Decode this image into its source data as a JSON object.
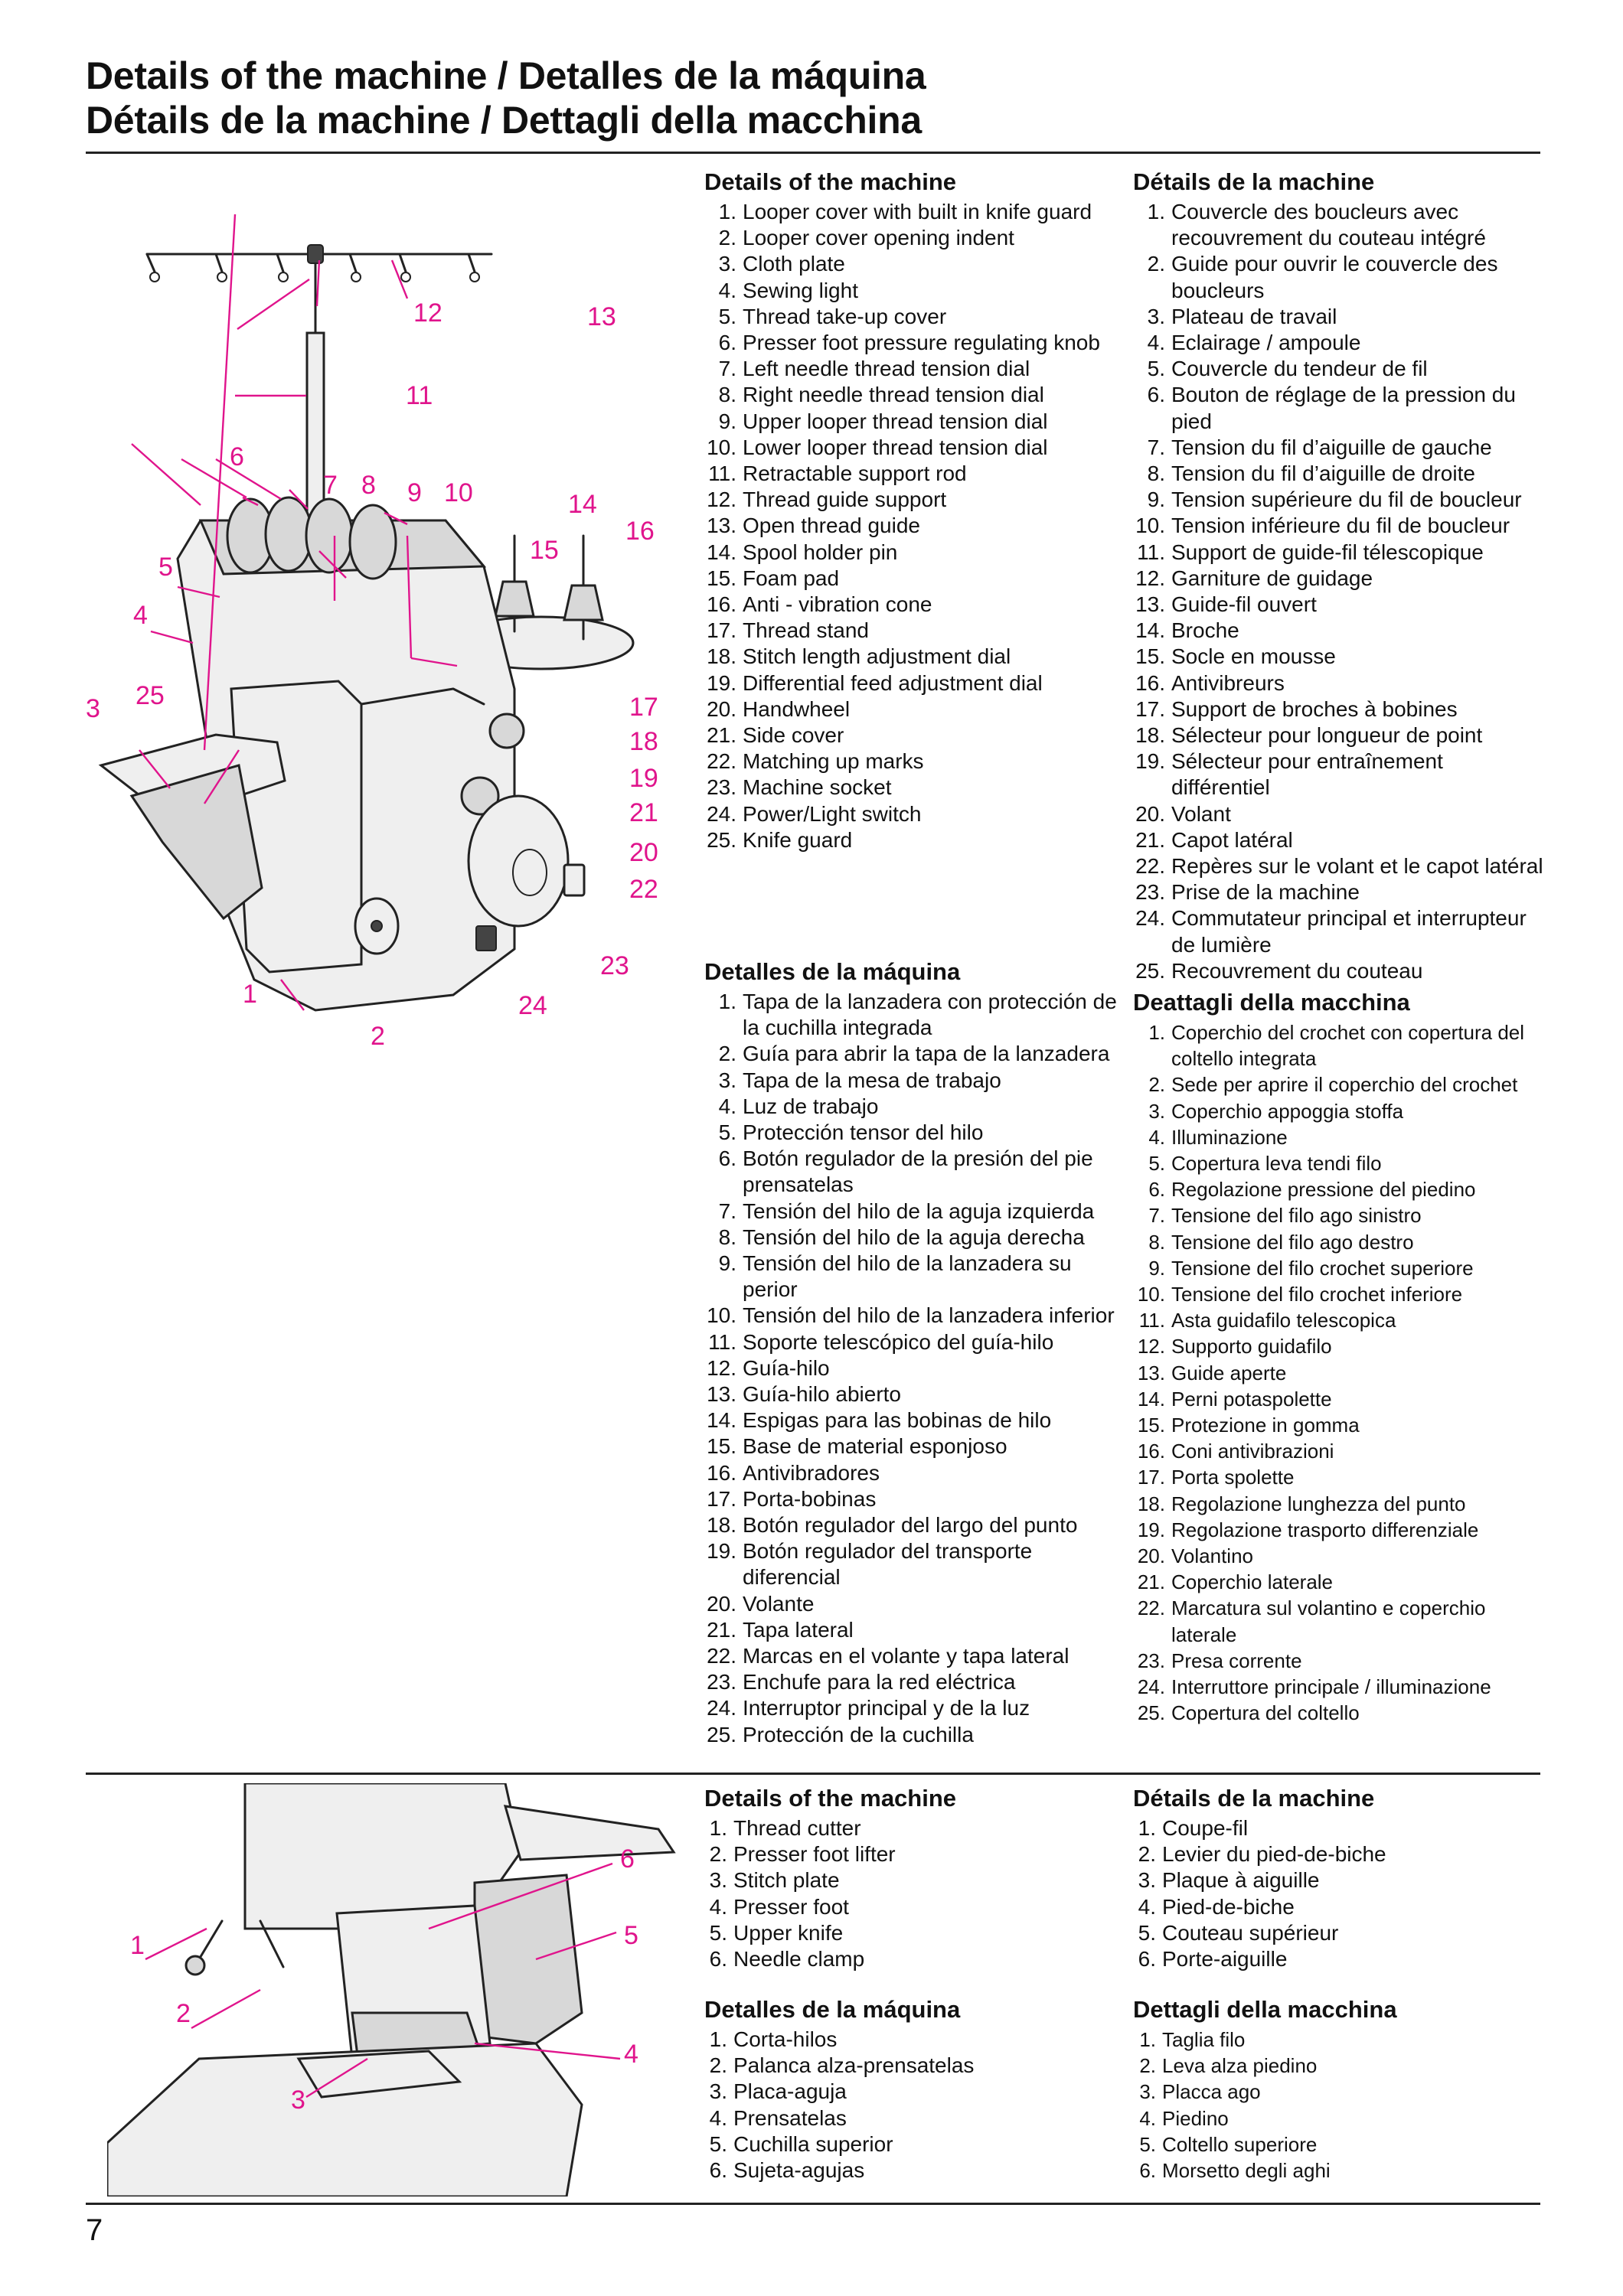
{
  "header": {
    "title_line1": "Details of the machine / Detalles de la máquina",
    "title_line2": "Détails de la machine / Dettagli della macchina"
  },
  "top": {
    "figure_callouts": [
      "1",
      "2",
      "3",
      "4",
      "5",
      "6",
      "7",
      "8",
      "9",
      "10",
      "11",
      "12",
      "13",
      "14",
      "15",
      "16",
      "17",
      "18",
      "19",
      "20",
      "21",
      "22",
      "23",
      "24",
      "25"
    ],
    "english": {
      "heading": "Details of the machine",
      "items": [
        "Looper cover with built in knife guard",
        "Looper cover opening indent",
        "Cloth plate",
        "Sewing light",
        "Thread take-up cover",
        "Presser foot pressure regulating knob",
        "Left needle thread tension dial",
        "Right needle thread tension dial",
        "Upper looper thread tension dial",
        "Lower looper thread tension dial",
        "Retractable support rod",
        "Thread guide support",
        "Open thread guide",
        "Spool holder pin",
        "Foam pad",
        "Anti - vibration cone",
        "Thread stand",
        "Stitch length adjustment dial",
        "Differential feed adjustment dial",
        "Handwheel",
        "Side cover",
        "Matching up marks",
        "Machine socket",
        "Power/Light switch",
        "Knife guard"
      ]
    },
    "spanish": {
      "heading": "Detalles de la máquina",
      "items": [
        "Tapa de la lanzadera con protección de la cuchilla integrada",
        "Guía para abrir la tapa de la lanzadera",
        "Tapa de la mesa de trabajo",
        "Luz de trabajo",
        "Protección tensor del hilo",
        "Botón regulador de la presión del pie prensatelas",
        "Tensión del hilo de la aguja izquierda",
        "Tensión del hilo de la aguja derecha",
        "Tensión del hilo de la lanzadera su perior",
        "Tensión del hilo de la lanzadera inferior",
        "Soporte telescópico del guía-hilo",
        "Guía-hilo",
        "Guía-hilo abierto",
        "Espigas para las bobinas de hilo",
        "Base de material esponjoso",
        "Antivibradores",
        "Porta-bobinas",
        "Botón regulador del largo del punto",
        "Botón regulador del transporte diferencial",
        "Volante",
        "Tapa lateral",
        "Marcas en el volante y tapa lateral",
        "Enchufe para la red eléctrica",
        "Interruptor principal y de la luz",
        "Protección de la cuchilla"
      ]
    },
    "french": {
      "heading": "Détails de la machine",
      "items": [
        "Couvercle des boucleurs avec recouvrement du couteau intégré",
        "Guide pour ouvrir le couvercle des boucleurs",
        "Plateau de travail",
        "Eclairage / ampoule",
        "Couvercle du tendeur de fil",
        "Bouton de réglage de la pression du pied",
        "Tension du fil d’aiguille de gauche",
        "Tension du fil d’aiguille de droite",
        "Tension supérieure du fil de boucleur",
        "Tension inférieure du fil de boucleur",
        "Support de guide-fil télescopique",
        "Garniture de guidage",
        "Guide-fil ouvert",
        "Broche",
        "Socle en mousse",
        "Antivibreurs",
        "Support de broches à bobines",
        "Sélecteur pour longueur de point",
        "Sélecteur pour entraînement différentiel",
        "Volant",
        "Capot latéral",
        "Repères sur le volant et le capot latéral",
        "Prise de la machine",
        "Commutateur principal et interrupteur de lumière",
        "Recouvrement du couteau"
      ]
    },
    "italian": {
      "heading": "Deattagli della macchina",
      "items": [
        "Coperchio del crochet con copertura del coltello integrata",
        "Sede per aprire il coperchio del crochet",
        "Coperchio appoggia stoffa",
        "Illuminazione",
        "Copertura leva tendi filo",
        "Regolazione pressione del piedino",
        "Tensione del filo ago sinistro",
        "Tensione del filo ago destro",
        "Tensione del filo crochet superiore",
        "Tensione del filo crochet inferiore",
        "Asta guidafilo telescopica",
        "Supporto guidafilo",
        "Guide aperte",
        "Perni potaspolette",
        "Protezione in gomma",
        "Coni antivibrazioni",
        "Porta spolette",
        "Regolazione lunghezza del punto",
        "Regolazione trasporto differenziale",
        "Volantino",
        "Coperchio laterale",
        "Marcatura sul volantino e coperchio laterale",
        "Presa corrente",
        "Interruttore principale / illuminazione",
        "Copertura del coltello"
      ]
    }
  },
  "bottom": {
    "figure_callouts": [
      "1",
      "2",
      "3",
      "4",
      "5",
      "6"
    ],
    "english": {
      "heading": "Details of the machine",
      "items": [
        "Thread cutter",
        "Presser foot lifter",
        "Stitch plate",
        "Presser foot",
        "Upper knife",
        "Needle clamp"
      ]
    },
    "french": {
      "heading": "Détails de la machine",
      "items": [
        "Coupe-fil",
        "Levier du pied-de-biche",
        "Plaque à aiguille",
        "Pied-de-biche",
        "Couteau supérieur",
        "Porte-aiguille"
      ]
    },
    "spanish": {
      "heading": "Detalles de la máquina",
      "items": [
        "Corta-hilos",
        "Palanca alza-prensatelas",
        "Placa-aguja",
        "Prensatelas",
        "Cuchilla superior",
        "Sujeta-agujas"
      ]
    },
    "italian": {
      "heading": "Dettagli della macchina",
      "items": [
        "Taglia filo",
        "Leva alza piedino",
        "Placca ago",
        "Piedino",
        "Coltello superiore",
        "Morsetto degli aghi"
      ]
    }
  },
  "footer": {
    "page_number": "7"
  },
  "colors": {
    "callout": "#e0148c",
    "rule": "#222222"
  }
}
